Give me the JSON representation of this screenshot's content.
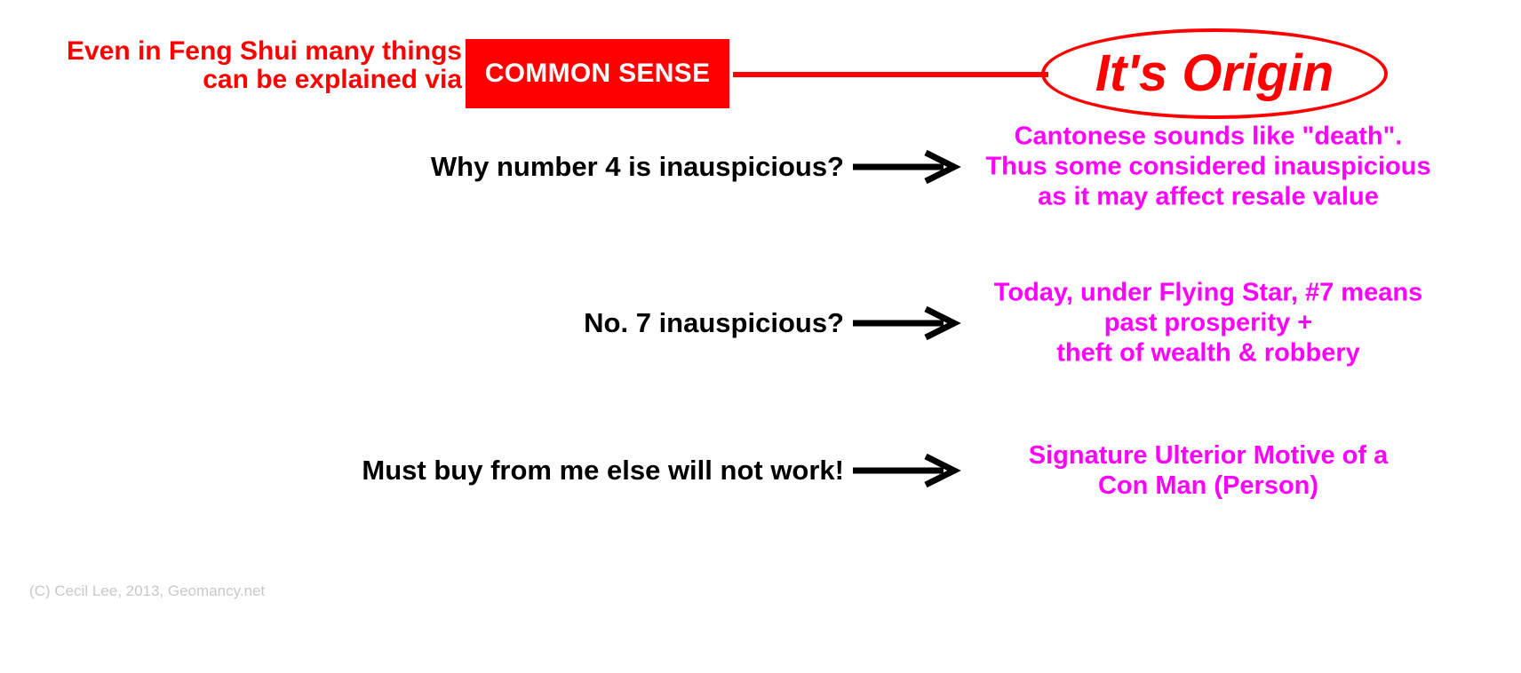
{
  "header": {
    "lead_text": "Even in Feng Shui many things\ncan be explained via",
    "common_sense_label": "COMMON SENSE",
    "origin_label": "It's Origin",
    "accent_color": "#ff0000"
  },
  "rows": [
    {
      "question": "Why number 4 is inauspicious?",
      "answer": "Cantonese sounds like \"death\".\nThus some considered inauspicious\nas it may affect resale value"
    },
    {
      "question": "No. 7 inauspicious?",
      "answer": "Today, under Flying Star, #7 means\npast prosperity +\ntheft of wealth & robbery"
    },
    {
      "question": "Must buy from me else will not work!",
      "answer": "Signature Ulterior Motive of a\nCon Man (Person)"
    }
  ],
  "colors": {
    "question_text": "#000000",
    "answer_text": "#ff00ff",
    "header_red": "#ff0000",
    "footer_gray": "#c8c8c8"
  },
  "footer": {
    "credit": "(C) Cecil Lee, 2013, Geomancy.net"
  }
}
